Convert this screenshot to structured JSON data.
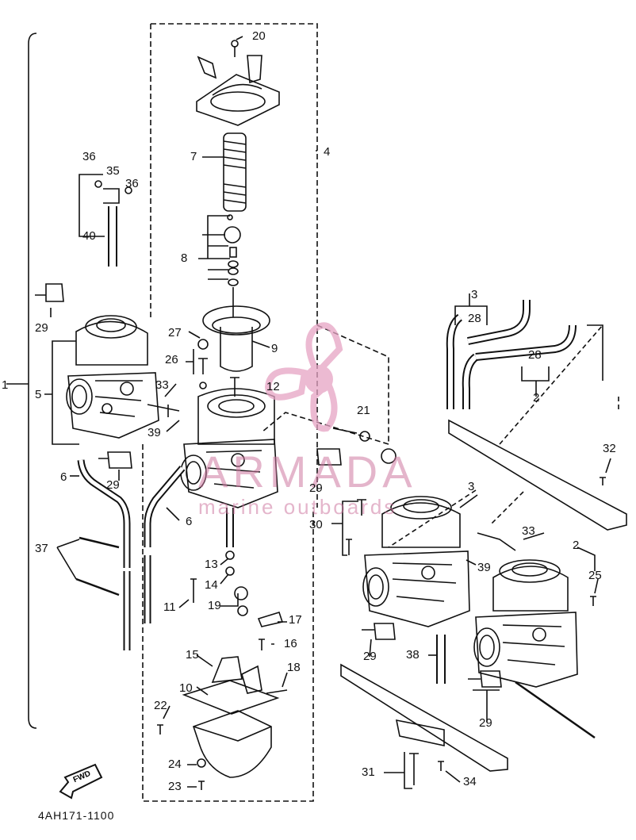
{
  "labels": {
    "l1": "1",
    "l2a": "2",
    "l2b": "2",
    "l3a": "3",
    "l3b": "3",
    "l4": "4",
    "l5": "5",
    "l6a": "6",
    "l6b": "6",
    "l7": "7",
    "l8": "8",
    "l9": "9",
    "l10": "10",
    "l11": "11",
    "l12": "12",
    "l13": "13",
    "l14": "14",
    "l15": "15",
    "l16": "16",
    "l17": "17",
    "l18": "18",
    "l19": "19",
    "l20": "20",
    "l21": "21",
    "l22": "22",
    "l23": "23",
    "l24": "24",
    "l25": "25",
    "l26": "26",
    "l27": "27",
    "l28a": "28",
    "l28b": "28",
    "l29a": "29",
    "l29b": "29",
    "l29c": "29",
    "l29d": "29",
    "l29e": "29",
    "l30": "30",
    "l31": "31",
    "l32": "32",
    "l33a": "33",
    "l33b": "33",
    "l34": "34",
    "l35": "35",
    "l36a": "36",
    "l36b": "36",
    "l37": "37",
    "l38": "38",
    "l39a": "39",
    "l39b": "39",
    "l40": "40"
  },
  "direction_arrow": "FWD",
  "diagram_code": "4AH171-1100",
  "watermark": {
    "brand": "ARMADA",
    "tagline": "marine outboards",
    "logo_color": "#e6a4c4"
  }
}
